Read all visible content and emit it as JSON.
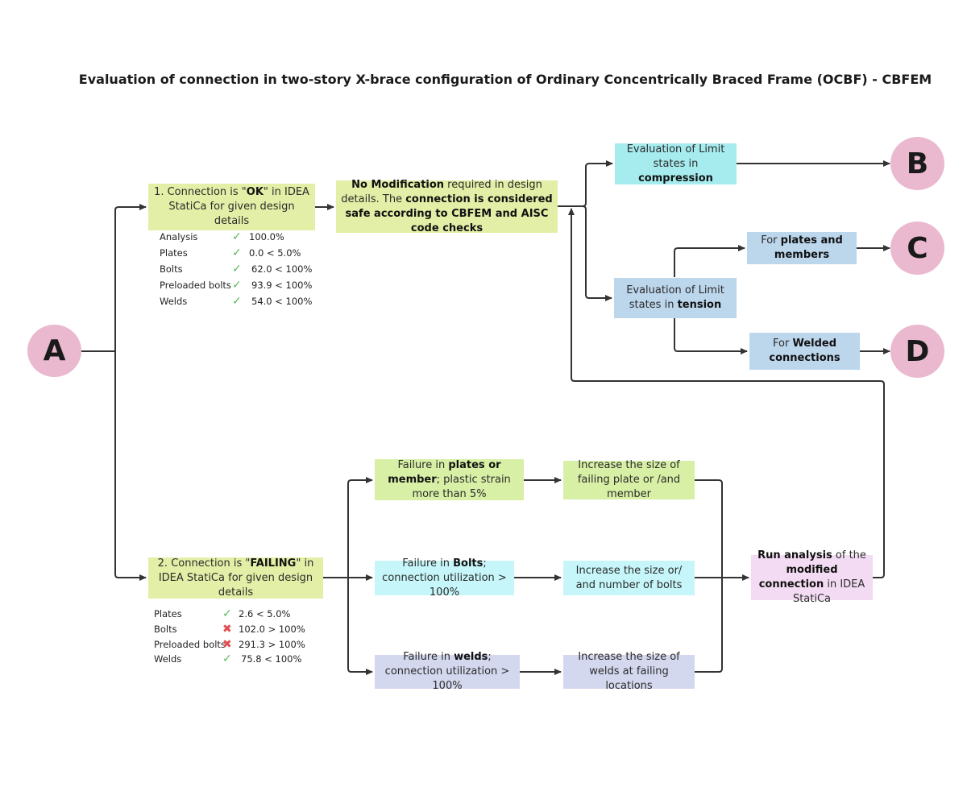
{
  "title": "Evaluation of connection in two-story X-brace configuration of Ordinary Concentrically Braced Frame (OCBF) - CBFEM",
  "nodes": {
    "A": "A",
    "B": "B",
    "C": "C",
    "D": "D"
  },
  "boxes": {
    "ok_connection": {
      "t1": "1. Connection is \"",
      "b1": "OK",
      "t2": "\" in IDEA StatiCa for given design details"
    },
    "no_modification": {
      "b1": "No Modification",
      "t1": " required in design details. The ",
      "b2": "connection is considered safe according to CBFEM and AISC code checks"
    },
    "compression": {
      "t1": "Evaluation of Limit states in ",
      "b1": "compression"
    },
    "tension": {
      "t1": "Evaluation of Limit states in ",
      "b1": "tension"
    },
    "plates_members": {
      "t1": "For ",
      "b1": "plates and members"
    },
    "welded": {
      "t1": "For ",
      "b1": "Welded connections"
    },
    "failing_connection": {
      "t1": "2. Connection is \"",
      "b1": "FAILING",
      "t2": "\" in IDEA StatiCa for given design details"
    },
    "fail_plates": {
      "t1": "Failure in ",
      "b1": "plates or member",
      "t2": "; plastic strain more than 5%"
    },
    "fail_bolts": {
      "t1": "Failure in ",
      "b1": "Bolts",
      "t2": "; connection utilization > 100%"
    },
    "fail_welds": {
      "t1": "Failure in ",
      "b1": "welds",
      "t2": "; connection utilization > 100%"
    },
    "inc_plate": {
      "t1": "Increase the size of failing plate or /and member"
    },
    "inc_bolts": {
      "t1": "Increase the size or/ and number of bolts"
    },
    "inc_welds": {
      "t1": "Increase the size of welds at failing locations"
    },
    "run_analysis": {
      "b1": "Run analysis",
      "t1": " of the ",
      "b2": "modified connection",
      "t2": " in IDEA StatiCa"
    }
  },
  "ok_checks": [
    {
      "label": "Analysis",
      "status": "ok",
      "value": "100.0%"
    },
    {
      "label": "Plates",
      "status": "ok",
      "value": "0.0 < 5.0%"
    },
    {
      "label": "Bolts",
      "status": "ok",
      "value": "62.0 < 100%"
    },
    {
      "label": "Preloaded bolts",
      "status": "ok",
      "value": "93.9 < 100%"
    },
    {
      "label": "Welds",
      "status": "ok",
      "value": "54.0 < 100%"
    }
  ],
  "fail_checks": [
    {
      "label": "Plates",
      "status": "ok",
      "value": "2.6 < 5.0%"
    },
    {
      "label": "Bolts",
      "status": "fail",
      "value": "102.0 > 100%"
    },
    {
      "label": "Preloaded bolts",
      "status": "fail",
      "value": "291.3 > 100%"
    },
    {
      "label": "Welds",
      "status": "ok",
      "value": "75.8 < 100%"
    }
  ],
  "colors": {
    "line": "#333333",
    "circle": "#eab9cf",
    "ok_mark": "#5cb85c",
    "fail_mark": "#e05050"
  },
  "icons": {
    "ok": "check-icon",
    "fail": "cross-icon"
  }
}
